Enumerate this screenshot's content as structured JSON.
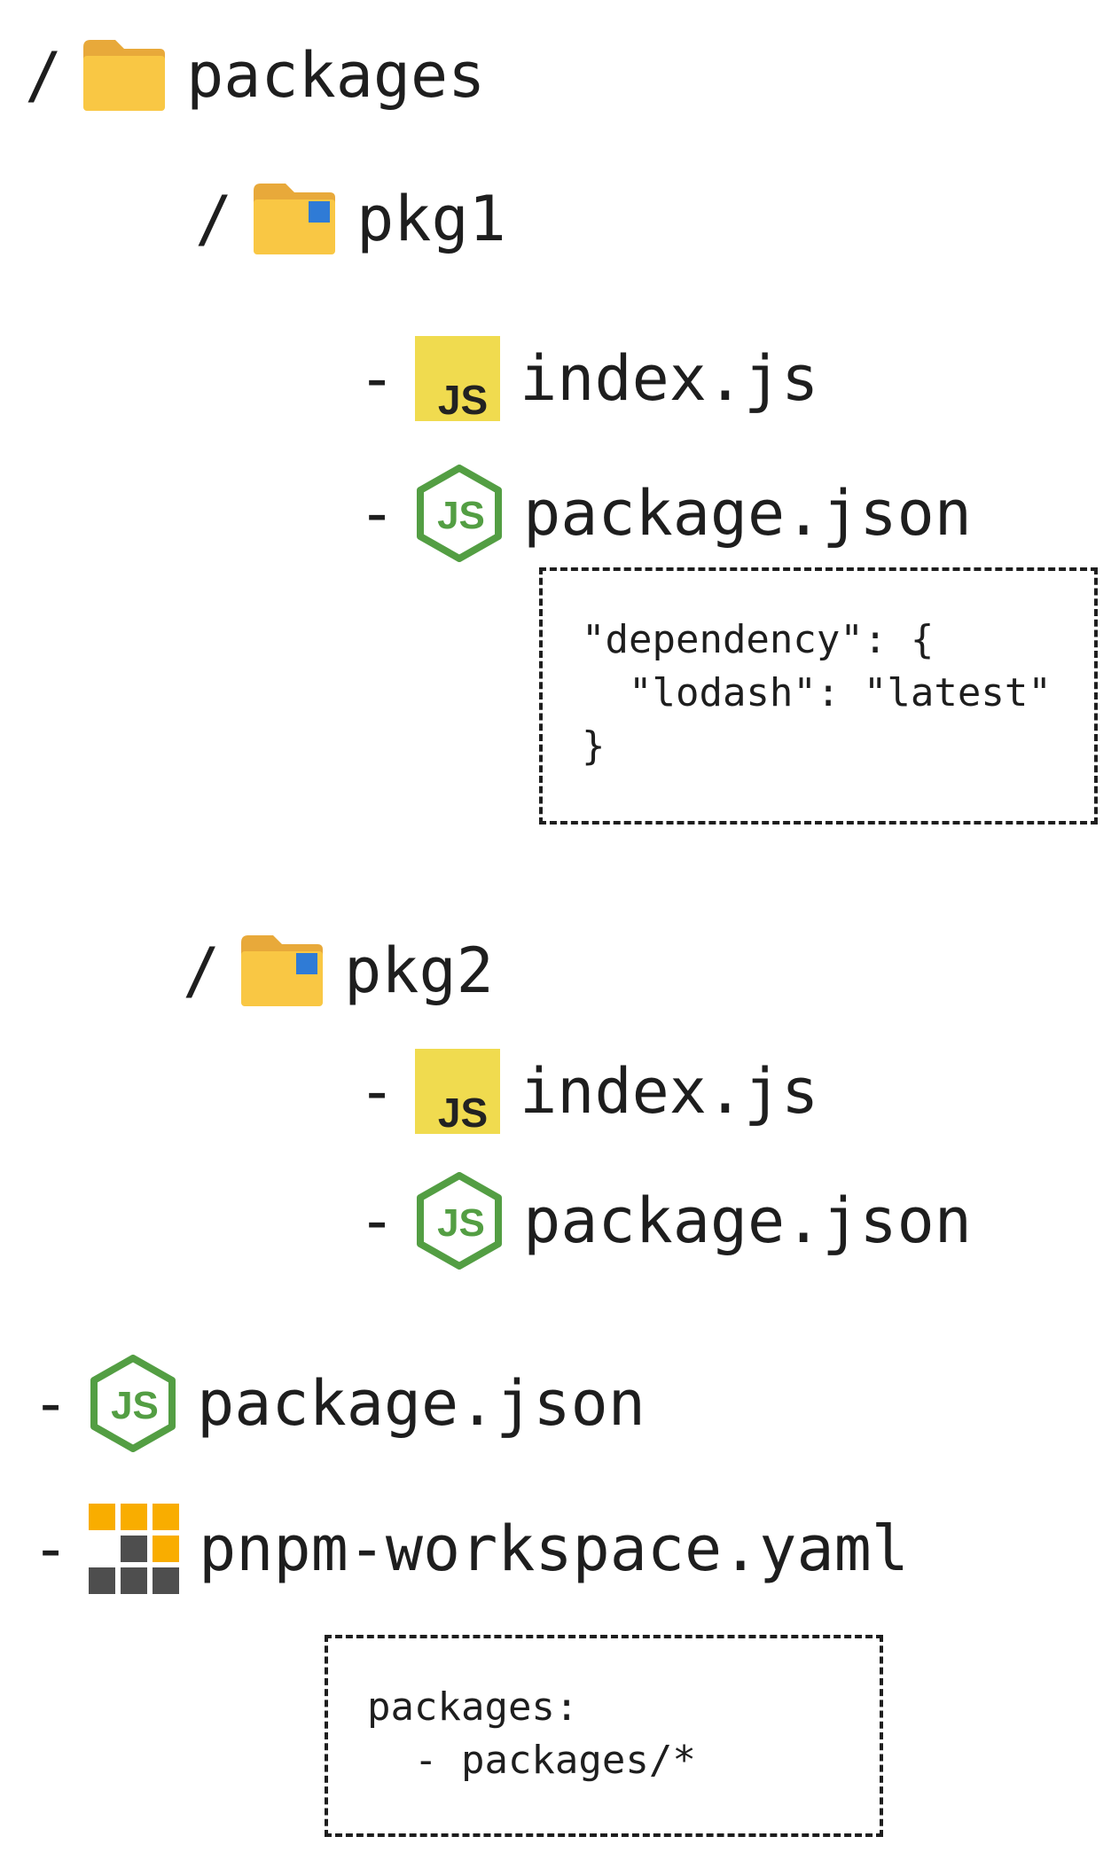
{
  "tree": {
    "root_folder": {
      "prefix": "/",
      "label": "packages",
      "icon": "folder-icon"
    },
    "pkg1": {
      "prefix": "/",
      "label": "pkg1",
      "icon": "package-folder-icon",
      "files": [
        {
          "prefix": "-",
          "label": "index.js",
          "icon": "javascript-file-icon"
        },
        {
          "prefix": "-",
          "label": "package.json",
          "icon": "nodejs-icon"
        }
      ],
      "package_json_snippet": {
        "line1": "\"dependency\": {",
        "line2": "  \"lodash\": \"latest\"",
        "line3": "}"
      }
    },
    "pkg2": {
      "prefix": "/",
      "label": "pkg2",
      "icon": "package-folder-icon",
      "files": [
        {
          "prefix": "-",
          "label": "index.js",
          "icon": "javascript-file-icon"
        },
        {
          "prefix": "-",
          "label": "package.json",
          "icon": "nodejs-icon"
        }
      ]
    },
    "root_files": [
      {
        "prefix": "-",
        "label": "package.json",
        "icon": "nodejs-icon"
      },
      {
        "prefix": "-",
        "label": "pnpm-workspace.yaml",
        "icon": "pnpm-icon"
      }
    ],
    "workspace_snippet": {
      "line1": "packages:",
      "line2": "  - packages/*"
    }
  },
  "colors": {
    "folder": "#f9c744",
    "folder_tab": "#e8a93a",
    "folder_badge": "#2f7bd6",
    "js_bg": "#f0db4f",
    "node_green": "#539e43",
    "pnpm_orange": "#f9ad00",
    "pnpm_gray": "#4e4e4e"
  }
}
